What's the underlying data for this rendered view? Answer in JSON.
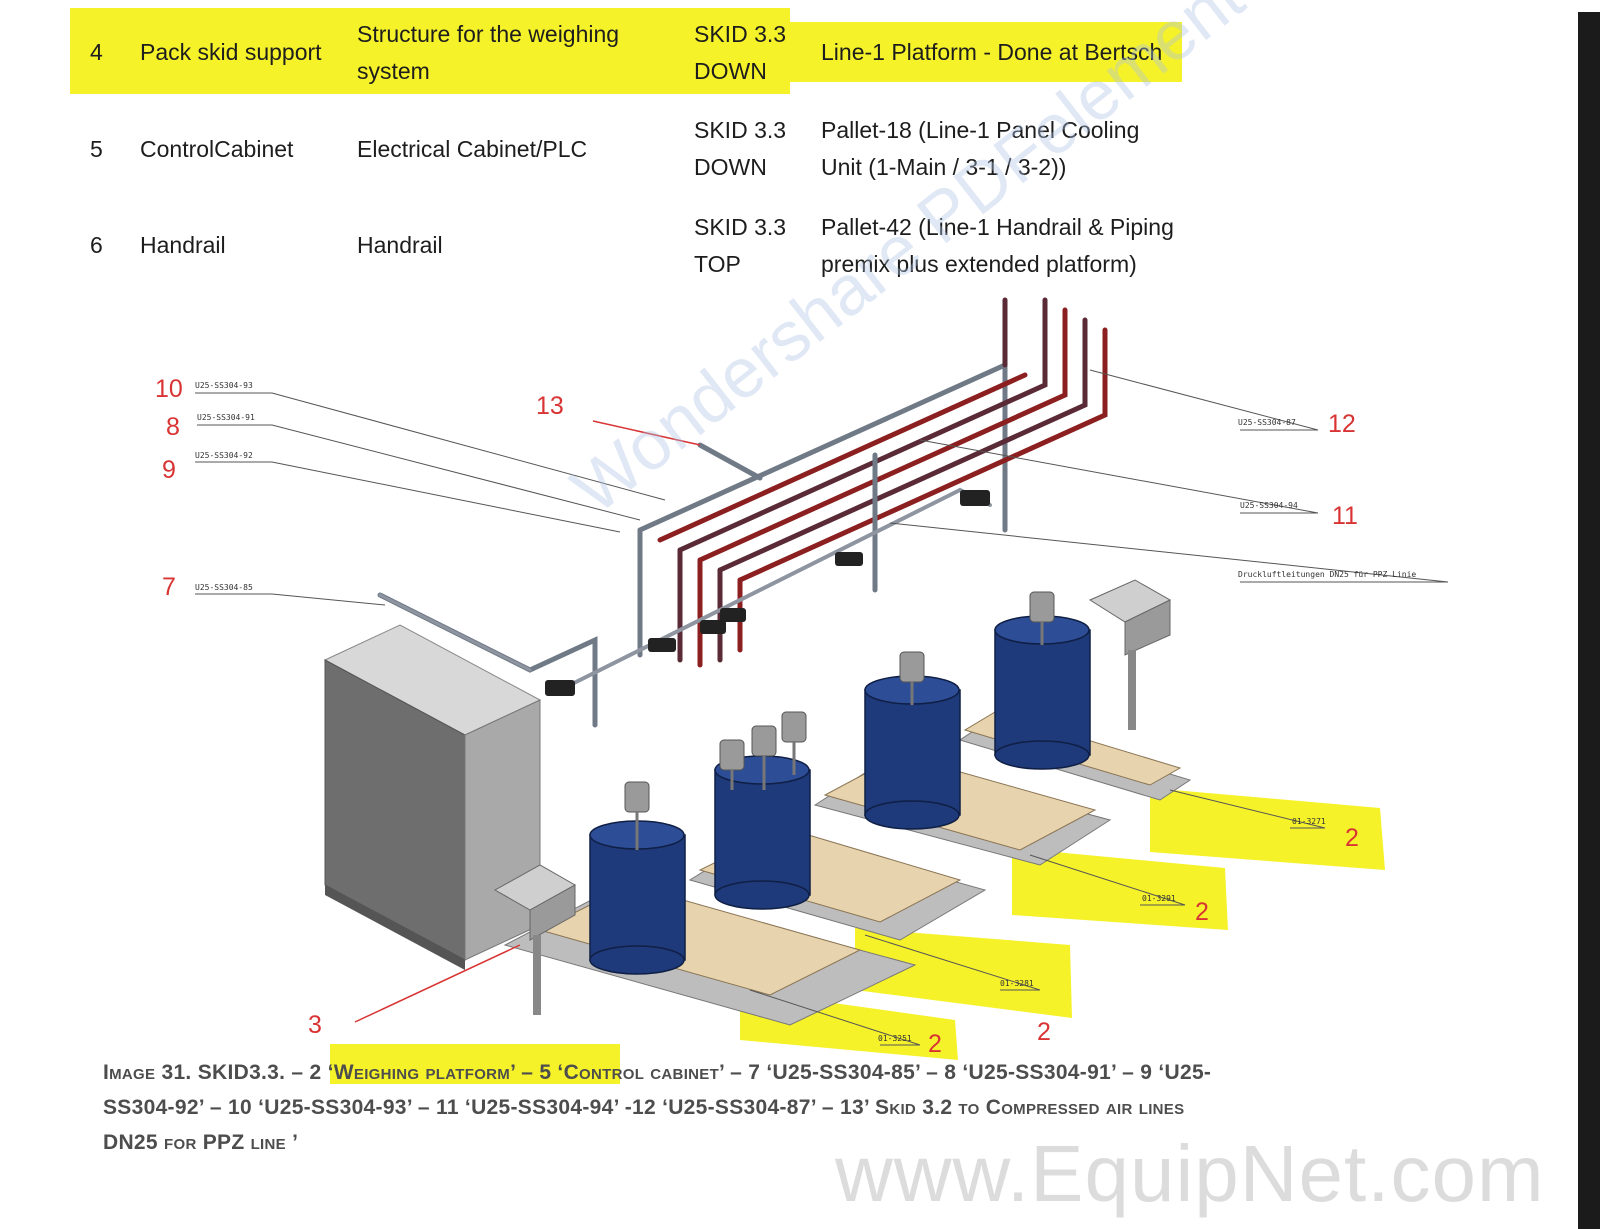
{
  "table": {
    "rows": [
      {
        "num": "4",
        "name": "Pack skid support",
        "description": [
          "Structure for the weighing",
          "system"
        ],
        "location": [
          "SKID 3.3",
          "DOWN"
        ],
        "note": [
          "Line-1 Platform - Done at Bertsch"
        ]
      },
      {
        "num": "5",
        "name": "ControlCabinet",
        "description": [
          "Electrical Cabinet/PLC"
        ],
        "location": [
          "SKID 3.3",
          "DOWN"
        ],
        "note": [
          "Pallet-18 (Line-1 Panel Cooling",
          "Unit (1-Main / 3-1 / 3-2))"
        ]
      },
      {
        "num": "6",
        "name": "Handrail",
        "description": [
          "Handrail"
        ],
        "location": [
          "SKID 3.3",
          "TOP"
        ],
        "note": [
          "Pallet-42 (Line-1 Handrail & Piping",
          "premix plus extended platform)"
        ]
      }
    ]
  },
  "drawing": {
    "callouts": [
      {
        "num": "10",
        "tag": "U25-SS304-93"
      },
      {
        "num": "8",
        "tag": "U25-SS304-91"
      },
      {
        "num": "9",
        "tag": "U25-SS304-92"
      },
      {
        "num": "7",
        "tag": "U25-SS304-85"
      },
      {
        "num": "13",
        "tag": ""
      },
      {
        "num": "12",
        "tag": "U25-SS304-87"
      },
      {
        "num": "11",
        "tag": "U25-SS304-94"
      },
      {
        "num": "",
        "tag": "Druckluftleitungen DN25 für PPZ Linie"
      },
      {
        "num": "3",
        "tag": ""
      },
      {
        "num": "2",
        "tag": "01-3271"
      },
      {
        "num": "2",
        "tag": "01-3291"
      },
      {
        "num": "2",
        "tag": "01-3281"
      },
      {
        "num": "2",
        "tag": "01-3251"
      }
    ],
    "watermark": "Wondershare PDFelement"
  },
  "caption": {
    "lines": [
      "Image 31. SKID3.3. – 2 ‘Weighing platform’ – 5 ‘Control cabinet’ – 7 ‘U25-SS304-85’ – 8 ‘U25-SS304-91’ – 9 ‘U25-",
      "SS304-92’ – 10 ‘U25-SS304-93’ – 11 ‘U25-SS304-94’ -12 ‘U25-SS304-87’ – 13’ Skid 3.2 to Compressed air lines",
      "DN25 for PPZ line ’"
    ]
  },
  "site_watermark": "www.EquipNet.com",
  "colors": {
    "highlight": "#f6f22a",
    "callout_red": "#d83434",
    "drum_blue": "#1f3a7a",
    "pipe_red": "#8a2a2a"
  }
}
